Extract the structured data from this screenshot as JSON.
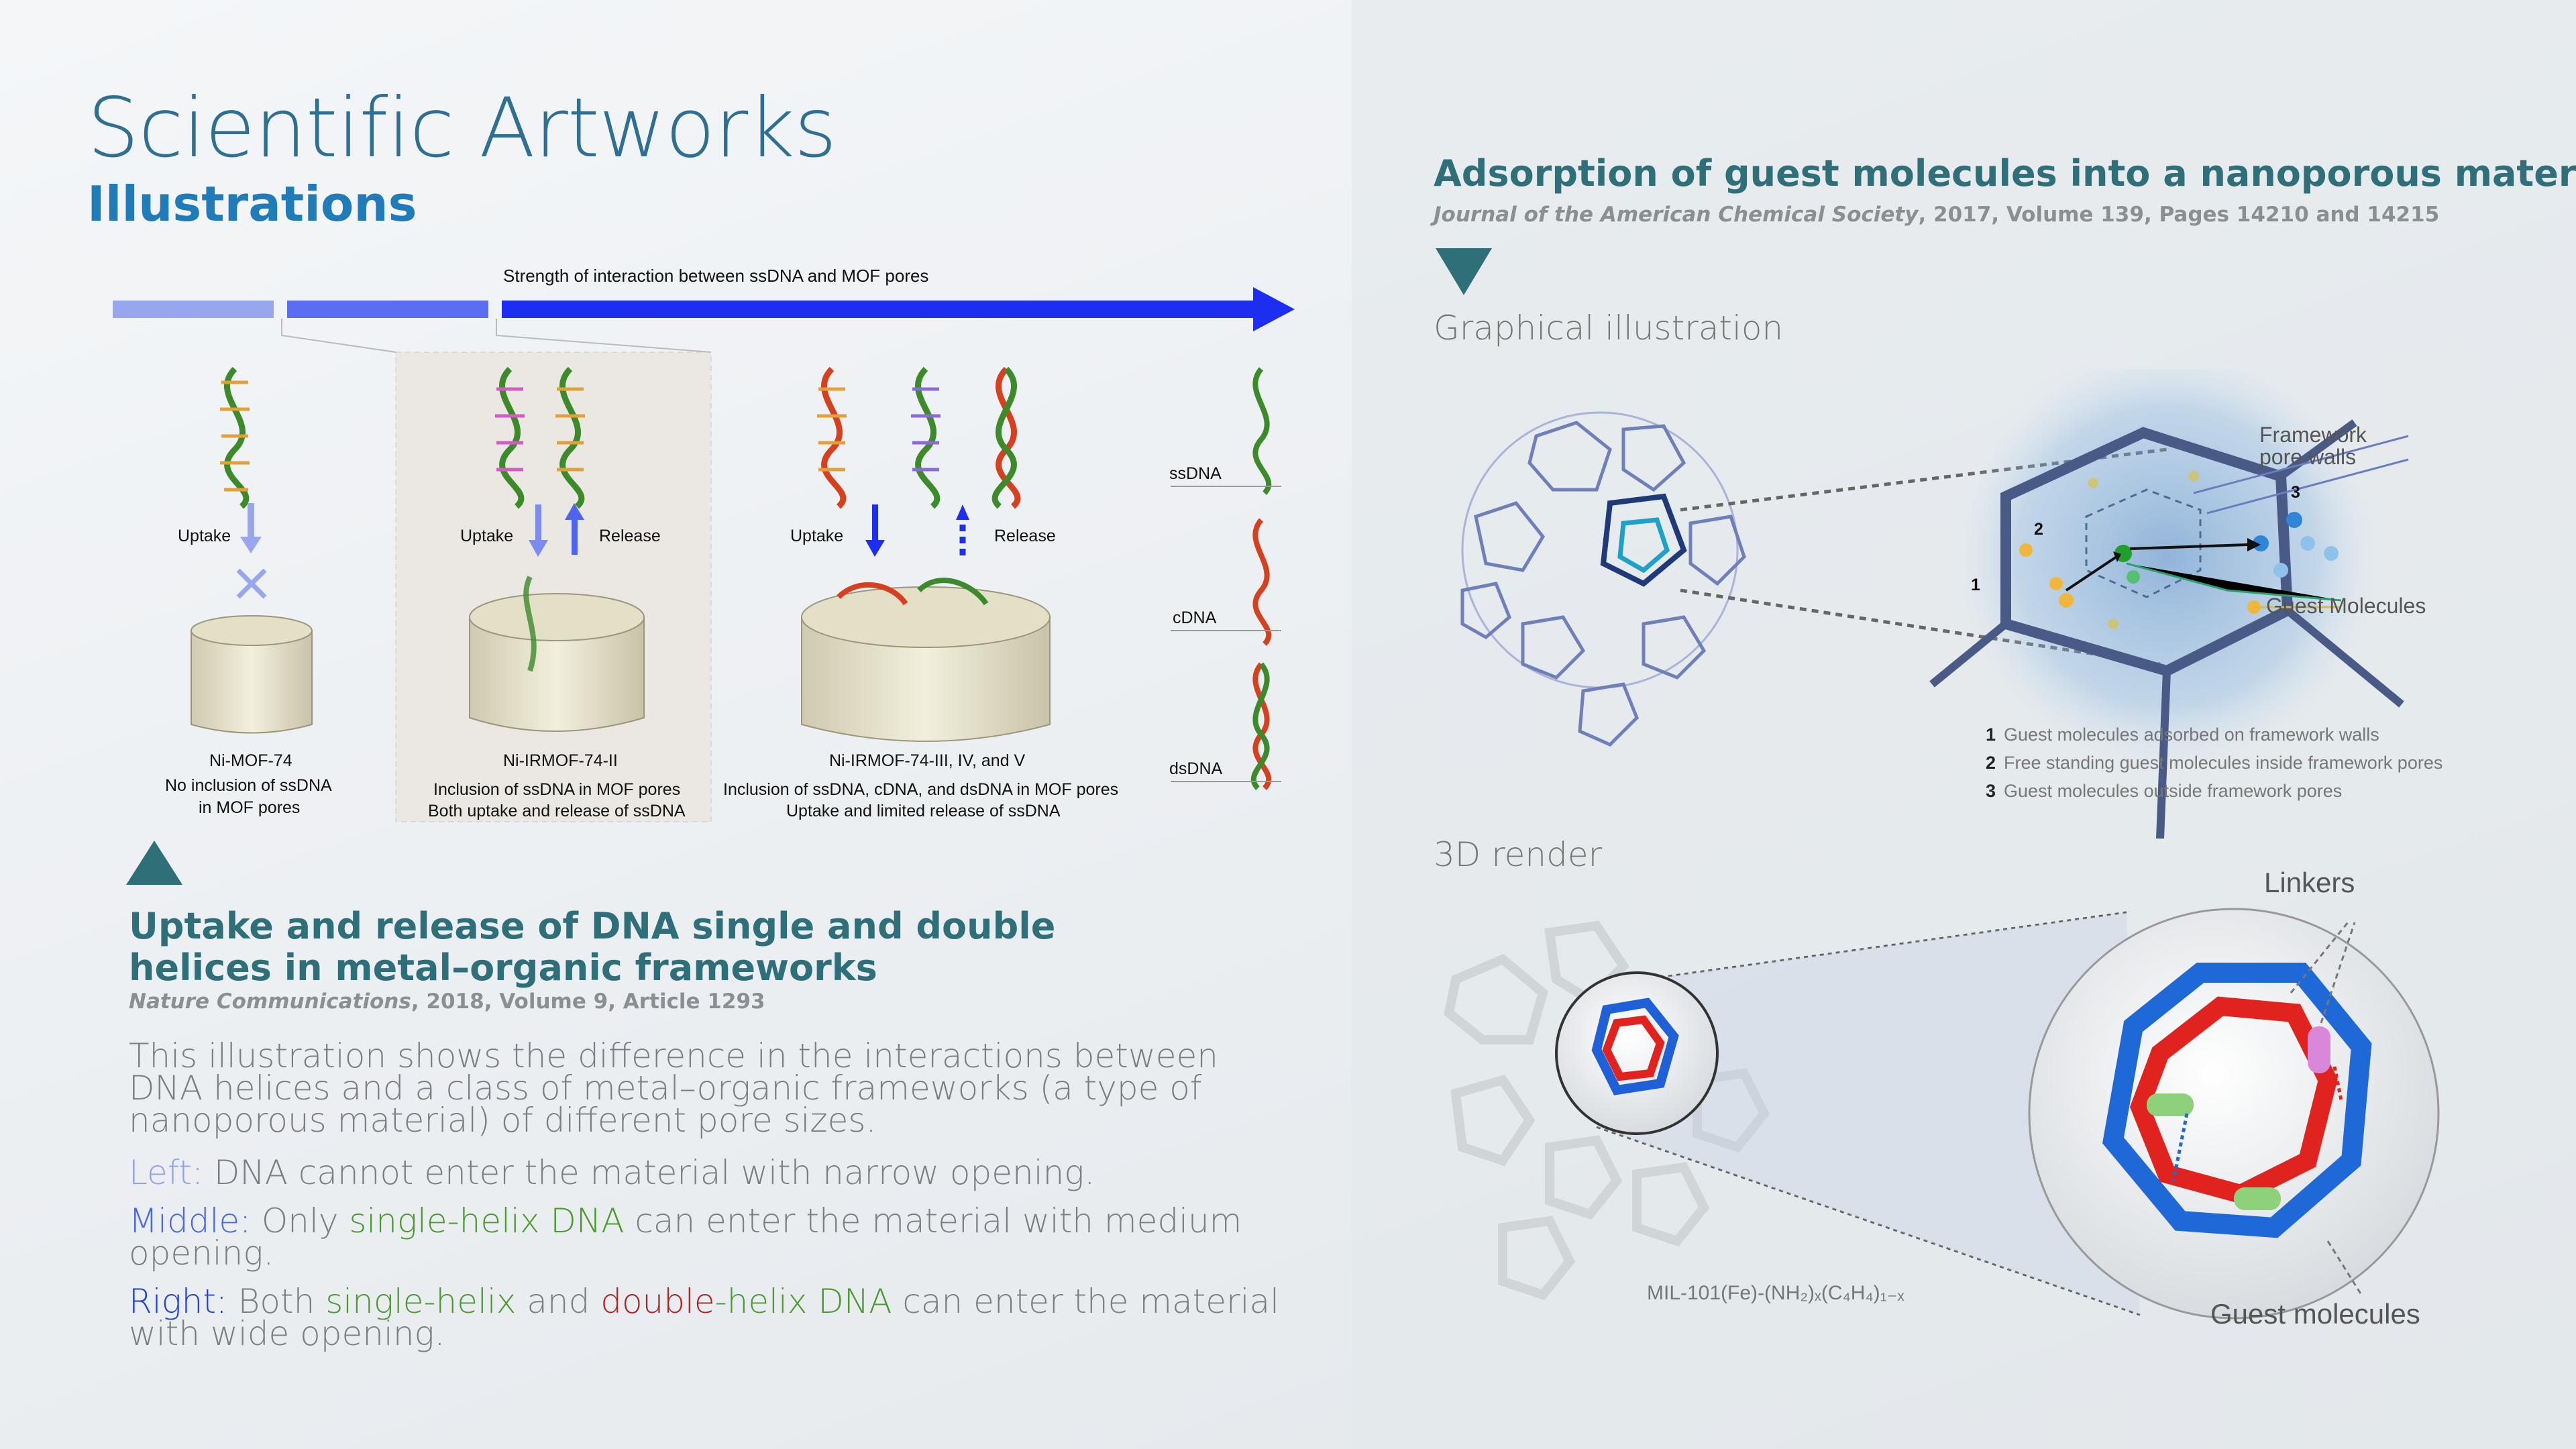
{
  "header": {
    "title": "Scientific Artworks",
    "subtitle": "Illustrations"
  },
  "dna_figure": {
    "arrow_label": "Strength of interaction between ssDNA and MOF pores",
    "uptake": "Uptake",
    "release": "Release",
    "col1_name": "Ni-MOF-74",
    "col1_desc1": "No inclusion of ssDNA",
    "col1_desc2": "in MOF pores",
    "col2_name": "Ni-IRMOF-74-II",
    "col2_desc1": "Inclusion of ssDNA in MOF pores",
    "col2_desc2": "Both uptake and release of ssDNA",
    "col3_name": "Ni-IRMOF-74-III, IV, and V",
    "col3_desc1": "Inclusion of ssDNA, cDNA, and dsDNA in MOF pores",
    "col3_desc2": "Uptake and limited release of ssDNA",
    "key_ss": "ssDNA",
    "key_c": "cDNA",
    "key_ds": "dsDNA"
  },
  "left_article": {
    "title": "Uptake and release of DNA single and double helices in metal–organic frameworks",
    "journal_name": "Nature Communications",
    "journal_rest": ", 2018, Volume 9, Article 1293",
    "desc_intro": "This illustration shows the difference in the interactions between DNA helices and a class of metal–organic frameworks (a type of nanoporous material) of different pore sizes.",
    "left_label": "Left:",
    "left_text": " DNA cannot enter the material with narrow opening.",
    "middle_label": "Middle:",
    "middle_t1": " Only ",
    "middle_single": "single-helix DNA",
    "middle_t2": " can enter the material with medium opening.",
    "right_label": "Right:",
    "right_t1": " Both ",
    "right_single": "single-helix",
    "right_t2": " and ",
    "right_double_a": "double",
    "right_double_b": "-helix DNA",
    "right_t3": " can enter the material with wide opening."
  },
  "right_article": {
    "title": "Adsorption of guest molecules into a nanoporous material",
    "journal_name": "Journal of the American Chemical Society",
    "journal_rest": ", 2017, Volume 139, Pages 14210 and 14215",
    "graphical_heading": "Graphical illustration",
    "framework_label_1": "Framework",
    "framework_label_2": "pore walls",
    "guest_label": "Guest Molecules",
    "n1": "1",
    "n2": "2",
    "n3": "3",
    "legend_1": "Guest molecules adsorbed on framework walls",
    "legend_2": "Free standing guest molecules inside framework pores",
    "legend_3": "Guest molecules outside framework pores",
    "render_heading": "3D render",
    "linkers": "Linkers",
    "guest_molecules": "Guest molecules",
    "formula": "MIL-101(Fe)-(NH₂)ₓ(C₄H₄)₁₋ₓ"
  },
  "colors": {
    "teal": "#2f6f7a",
    "blue_title": "#1f7cb8",
    "left_blue": "#8fa3ec",
    "middle_blue": "#4a67e6",
    "right_blue": "#1f3fe0",
    "green_dna": "#4a9a2e",
    "red_dna": "#b3211f"
  }
}
